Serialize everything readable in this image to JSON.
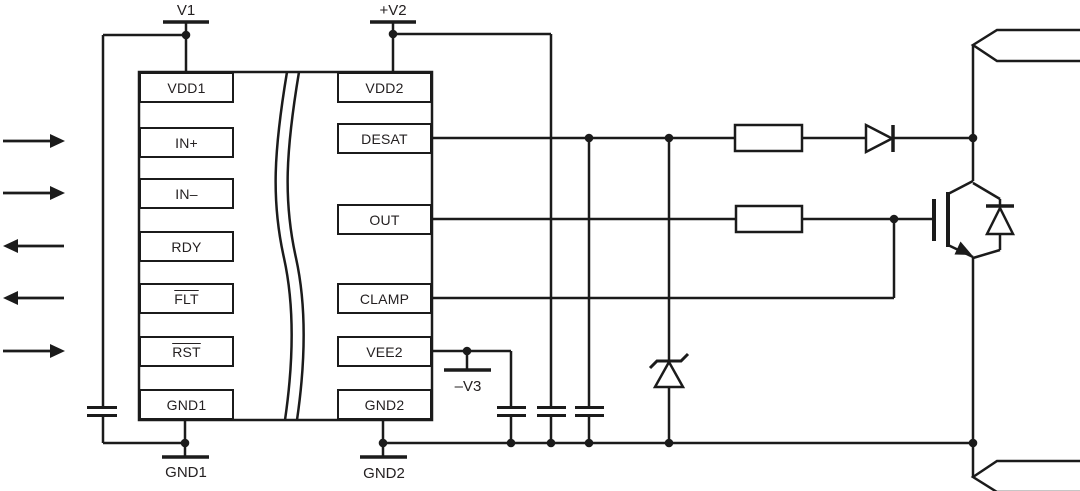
{
  "colors": {
    "stroke": "#1b1b1b",
    "text": "#242021",
    "background": "#ffffff"
  },
  "rails": {
    "v1": {
      "label": "V1"
    },
    "v2": {
      "label": "+V2"
    },
    "v3": {
      "label": "–V3"
    },
    "gnd1": {
      "label": "GND1"
    },
    "gnd2": {
      "label": "GND2"
    }
  },
  "ic": {
    "left_pins": [
      {
        "label": "VDD1",
        "active_low": false
      },
      {
        "label": "IN+",
        "active_low": false
      },
      {
        "label": "IN–",
        "active_low": false
      },
      {
        "label": "RDY",
        "active_low": false
      },
      {
        "label": "FLT",
        "active_low": true
      },
      {
        "label": "RST",
        "active_low": true
      },
      {
        "label": "GND1",
        "active_low": false
      }
    ],
    "right_pins": [
      {
        "label": "VDD2"
      },
      {
        "label": "DESAT"
      },
      {
        "label": "OUT"
      },
      {
        "label": "CLAMP"
      },
      {
        "label": "VEE2"
      },
      {
        "label": "GND2"
      }
    ]
  },
  "signal_arrows": [
    {
      "pin": "IN+",
      "direction": "input"
    },
    {
      "pin": "IN–",
      "direction": "input"
    },
    {
      "pin": "RDY",
      "direction": "output"
    },
    {
      "pin": "FLT",
      "direction": "output"
    },
    {
      "pin": "RST",
      "direction": "input"
    }
  ],
  "components": {
    "resistors": [
      "desat-series-resistor",
      "gate-resistor"
    ],
    "diodes": [
      "desat-hv-diode",
      "tvs-zener-diode",
      "igbt-freewheeling-diode"
    ],
    "capacitors": [
      "primary-supply-capacitor",
      "desat-blanking-capacitor",
      "vdd2-bypass-capacitor",
      "vee2-bypass-capacitor"
    ],
    "transistor": "igbt",
    "isolation": "galvanic-isolation-barrier",
    "bus_terminals": [
      "dc-bus-positive",
      "dc-bus-negative"
    ]
  }
}
